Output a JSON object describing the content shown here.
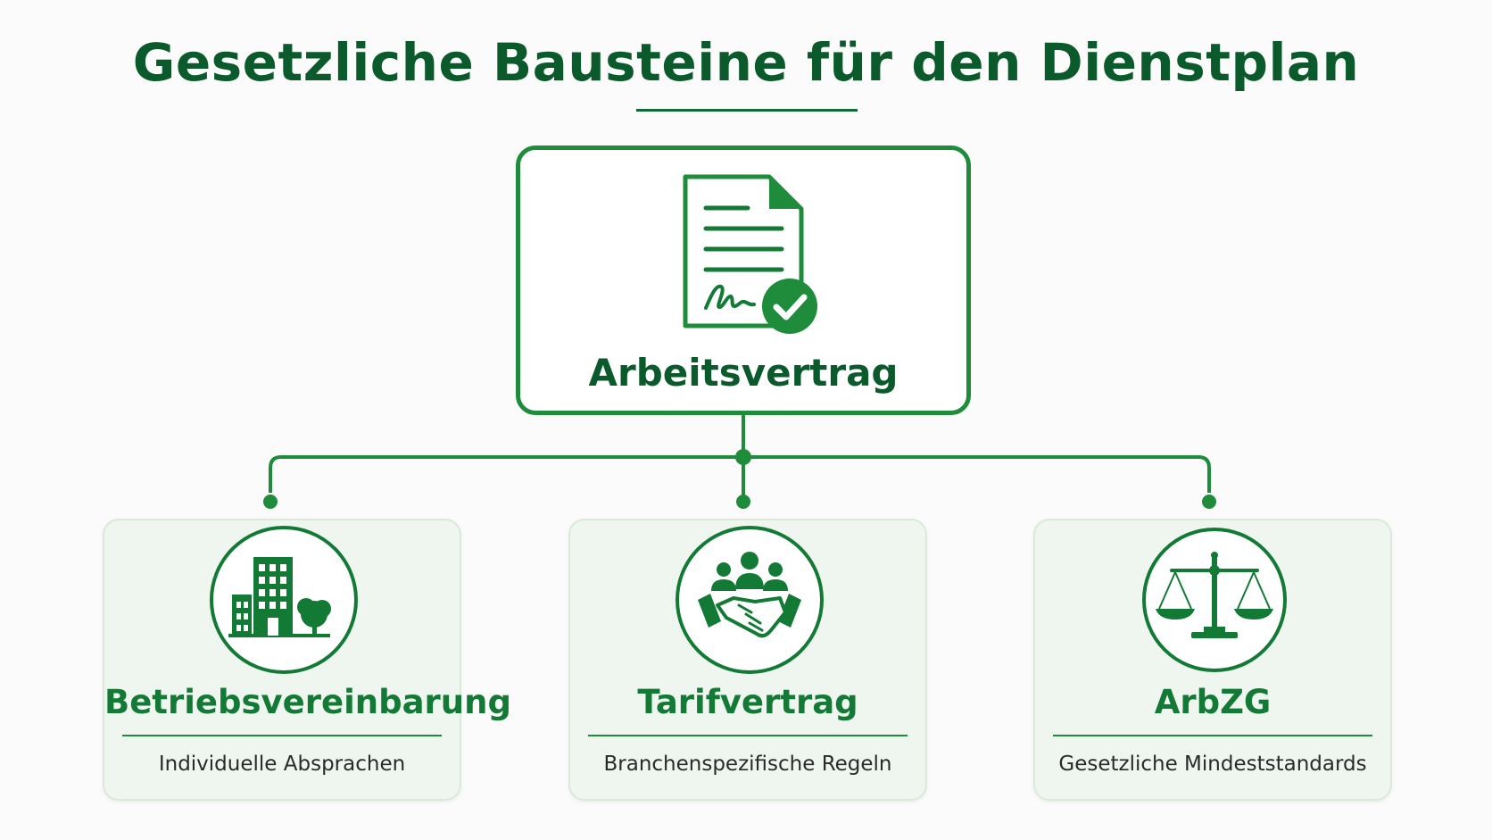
{
  "title": "Gesetzliche Bausteine für den Dienstplan",
  "colors": {
    "primary_dark": "#0b5a2c",
    "primary": "#1e8c3a",
    "card_background": "#eef6ef"
  },
  "root": {
    "label": "Arbeitsvertrag",
    "icon": "signed-contract-icon"
  },
  "children": [
    {
      "title": "Betriebsvereinbarung",
      "subtitle": "Individuelle Absprachen",
      "icon": "office-building-icon"
    },
    {
      "title": "Tarifvertrag",
      "subtitle": "Branchenspezifische Regeln",
      "icon": "handshake-icon"
    },
    {
      "title": "ArbZG",
      "subtitle": "Gesetzliche Mindeststandards",
      "icon": "scales-of-justice-icon"
    }
  ]
}
